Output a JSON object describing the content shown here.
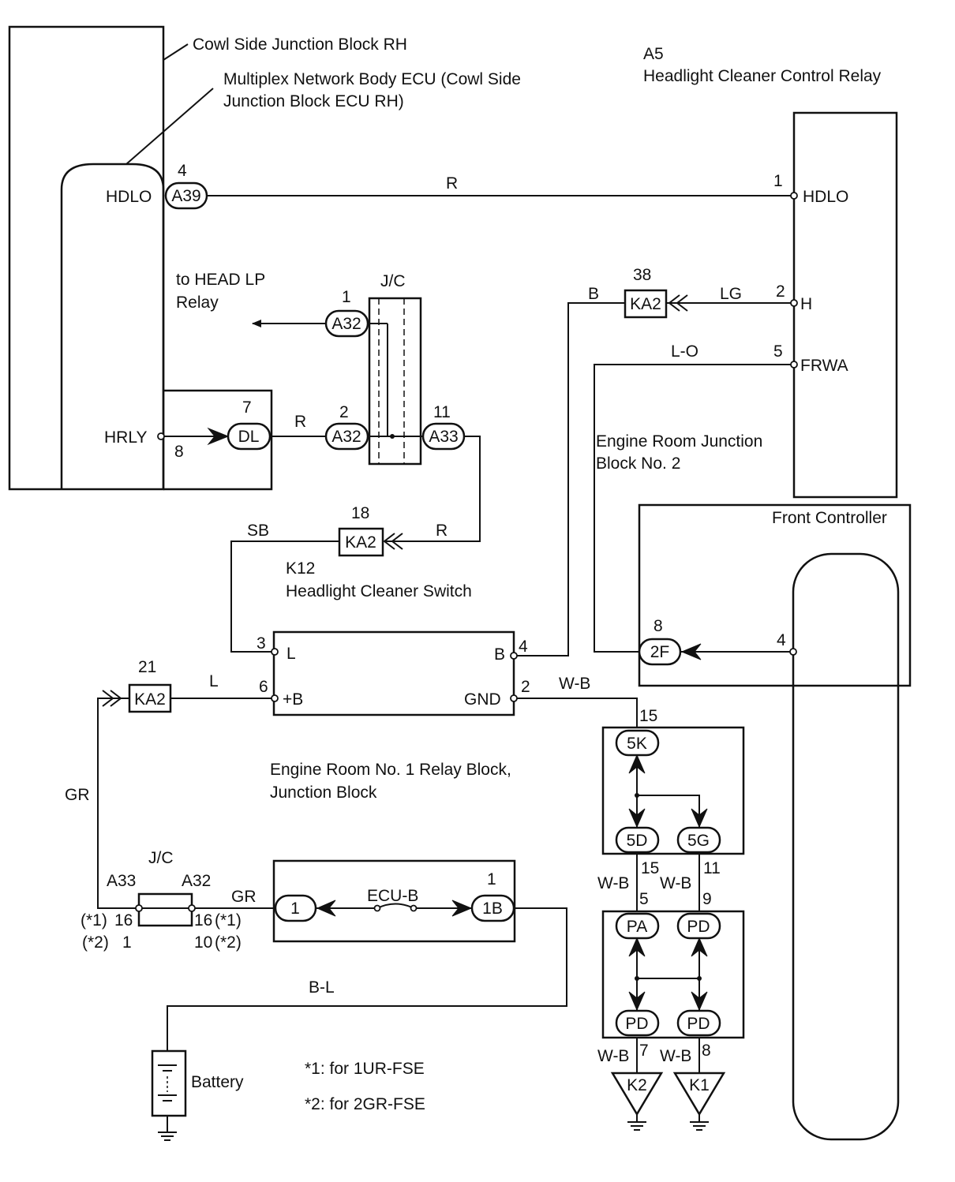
{
  "components": {
    "cowl_block": "Cowl Side Junction Block RH",
    "body_ecu_line1": "Multiplex Network Body ECU (Cowl Side",
    "body_ecu_line2": "Junction Block ECU RH)",
    "relay_code": "A5",
    "relay_name": "Headlight Cleaner Control Relay",
    "to_relay_line1": "to HEAD LP",
    "to_relay_line2": "Relay",
    "jc": "J/C",
    "erjb_line1": "Engine Room Junction",
    "erjb_line2": "Block No. 2",
    "front_controller": "Front Controller",
    "switch_code": "K12",
    "switch_name": "Headlight Cleaner Switch",
    "relay_block_line1": "Engine Room No. 1 Relay Block,",
    "relay_block_line2": "Junction Block",
    "fuse": "ECU-B",
    "battery": "Battery"
  },
  "terminals": {
    "hdlo": "HDLO",
    "hrly": "HRLY",
    "h": "H",
    "frwa": "FRWA",
    "l": "L",
    "plus_b": "+B",
    "b": "B",
    "gnd": "GND"
  },
  "connectors": {
    "a39": "A39",
    "a32": "A32",
    "a33": "A33",
    "dl": "DL",
    "ka2": "KA2",
    "f2": "2F",
    "k5": "5K",
    "d5": "5D",
    "g5": "5G",
    "pa": "PA",
    "pd": "PD",
    "c1": "1",
    "b1": "1B",
    "k2": "K2",
    "k1": "K1"
  },
  "wires": {
    "r": "R",
    "lg": "LG",
    "b": "B",
    "lo": "L-O",
    "sb": "SB",
    "l": "L",
    "wb": "W-B",
    "gr": "GR",
    "bl": "B-L"
  },
  "pins": {
    "p4": "4",
    "p1": "1",
    "p2": "2",
    "p5": "5",
    "p7": "7",
    "p8": "8",
    "p9": "9",
    "p11": "11",
    "p18": "18",
    "p38": "38",
    "p3": "3",
    "p6": "6",
    "p21": "21",
    "p15": "15",
    "p16": "16",
    "p10": "10"
  },
  "variants": {
    "v1": "(*1)",
    "v2": "(*2)",
    "note1": "*1: for 1UR-FSE",
    "note2": "*2: for 2GR-FSE"
  }
}
